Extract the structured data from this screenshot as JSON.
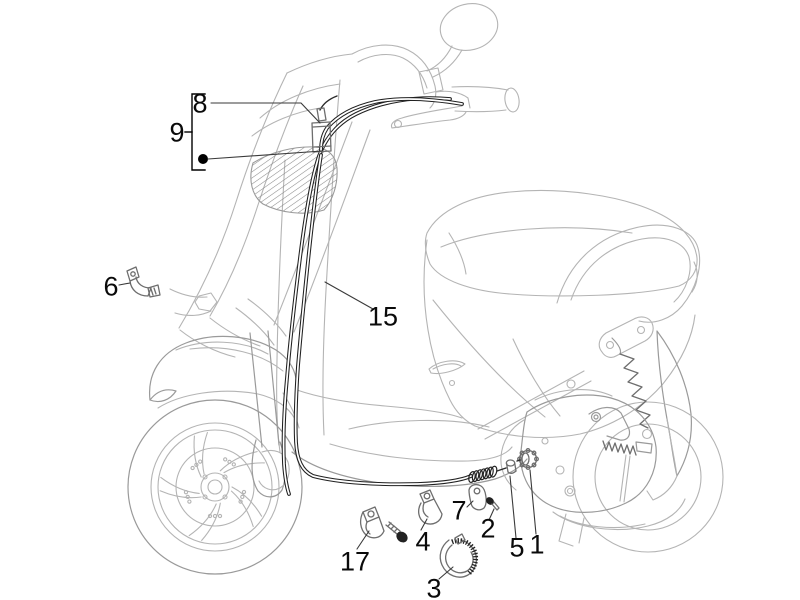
{
  "figure": {
    "type": "exploded-parts-line-diagram",
    "subject": "scooter transmission cables",
    "background_color": "#ffffff",
    "body_line_color": "#b4b4b4",
    "cable_color": "#202020",
    "label_color": "#0a0a0a",
    "callouts": [
      {
        "label": "8"
      },
      {
        "label": "9"
      },
      {
        "label": "6"
      },
      {
        "label": "15"
      },
      {
        "label": "17"
      },
      {
        "label": "4"
      },
      {
        "label": "3"
      },
      {
        "label": "7"
      },
      {
        "label": "2"
      },
      {
        "label": "5"
      },
      {
        "label": "1"
      }
    ]
  }
}
